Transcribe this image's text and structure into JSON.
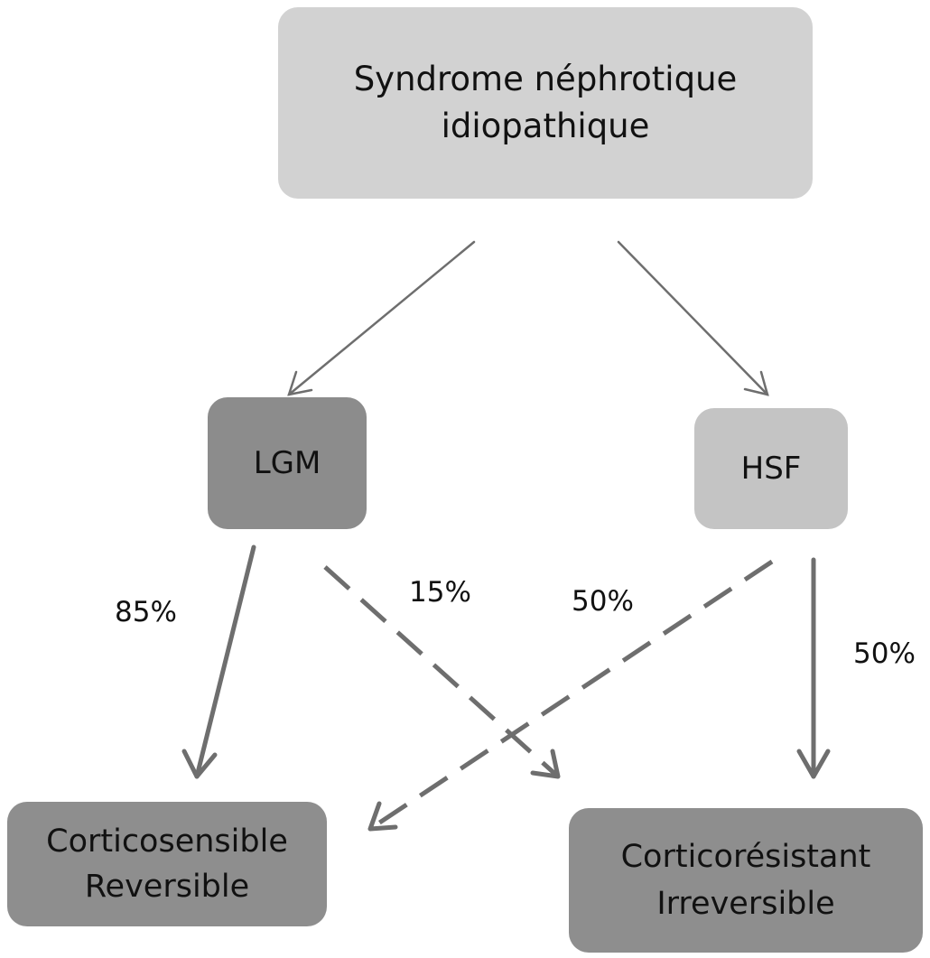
{
  "nodes": {
    "root": {
      "line1": "Syndrome néphrotique",
      "line2": "idiopathique"
    },
    "lgm": {
      "label": "LGM"
    },
    "hsf": {
      "label": "HSF"
    },
    "corticosensible": {
      "line1": "Corticosensible",
      "line2": "Reversible"
    },
    "corticoresistant": {
      "line1": "Corticorésistant",
      "line2": "Irreversible"
    }
  },
  "edges": [
    {
      "from": "root",
      "to": "lgm",
      "style": "solid",
      "label": ""
    },
    {
      "from": "root",
      "to": "hsf",
      "style": "solid",
      "label": ""
    },
    {
      "from": "lgm",
      "to": "corticosensible",
      "style": "solid",
      "label": "85%"
    },
    {
      "from": "lgm",
      "to": "corticoresistant",
      "style": "dashed",
      "label": "15%"
    },
    {
      "from": "hsf",
      "to": "corticosensible",
      "style": "dashed",
      "label": "50%"
    },
    {
      "from": "hsf",
      "to": "corticoresistant",
      "style": "solid",
      "label": "50%"
    }
  ],
  "colors": {
    "root_fill": "#d2d2d2",
    "lgm_fill": "#8c8c8c",
    "hsf_fill": "#c4c4c4",
    "outcome_fill": "#8e8e8e",
    "arrow": "#6e6e6e"
  }
}
